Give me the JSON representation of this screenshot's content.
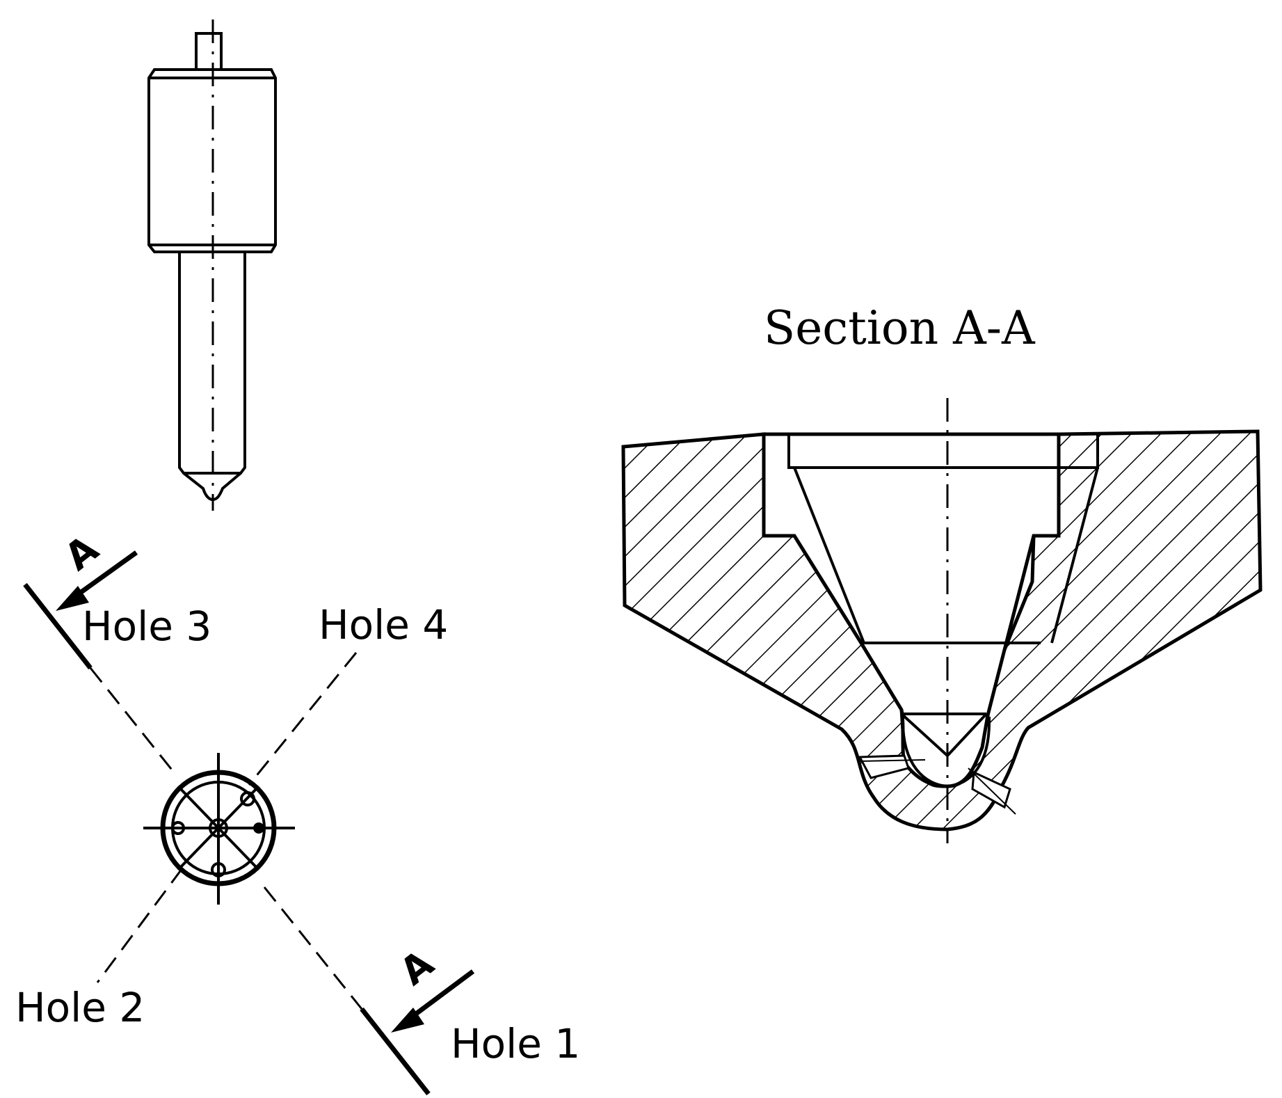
{
  "labels": {
    "hole1": "Hole 1",
    "hole2": "Hole 2",
    "hole3": "Hole 3",
    "hole4": "Hole 4",
    "section_title": "Section A-A",
    "marker_a_top": "A",
    "marker_a_bottom": "A"
  },
  "colors": {
    "ink": "#000000",
    "background": "#ffffff"
  }
}
